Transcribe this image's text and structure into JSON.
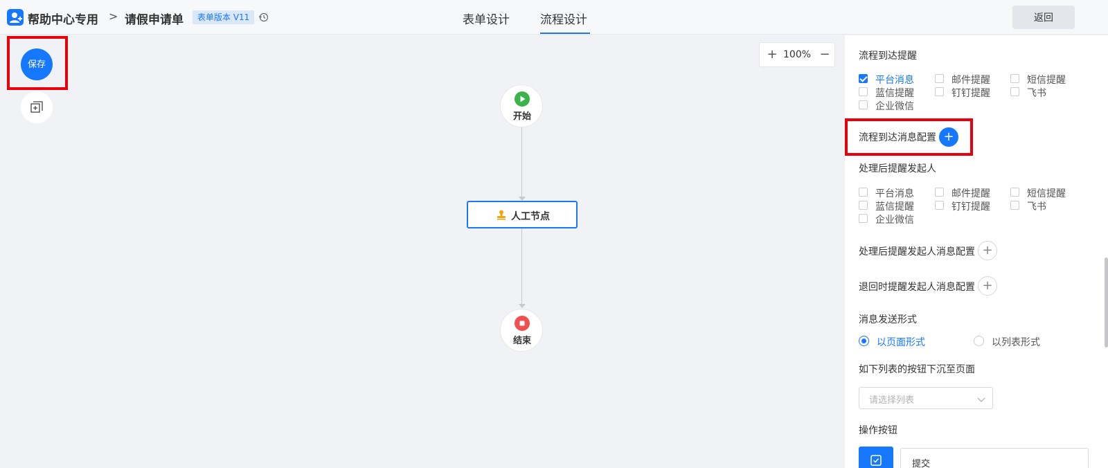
{
  "header": {
    "app_name": "帮助中心专用",
    "breadcrumb_sep": ">",
    "form_name": "请假申请单",
    "version_badge": "表单版本 V11",
    "tabs": [
      {
        "label": "表单设计",
        "active": false
      },
      {
        "label": "流程设计",
        "active": true
      }
    ],
    "back_label": "返回",
    "icons": {
      "app": "user-app-icon",
      "history": "history-icon"
    },
    "accent_color": "#1677ff"
  },
  "canvas": {
    "save_label": "保存",
    "copy_icon": "copy-add-icon",
    "zoom": {
      "in_symbol": "+",
      "level": "100%",
      "out_symbol": "−"
    },
    "nodes": {
      "start": {
        "label": "开始",
        "icon": "play-icon",
        "color": "#3bb34a"
      },
      "task": {
        "label": "人工节点",
        "icon": "stamp-icon",
        "color": "#f2a60c"
      },
      "end": {
        "label": "结束",
        "icon": "stop-icon",
        "color": "#f05050"
      }
    },
    "highlight_color": "#e8000b"
  },
  "panel": {
    "arrival_title": "流程到达提醒",
    "arrival_options": [
      {
        "label": "平台消息",
        "checked": true
      },
      {
        "label": "邮件提醒",
        "checked": false
      },
      {
        "label": "短信提醒",
        "checked": false
      },
      {
        "label": "蓝信提醒",
        "checked": false
      },
      {
        "label": "钉钉提醒",
        "checked": false
      },
      {
        "label": "飞书",
        "checked": false
      },
      {
        "label": "企业微信",
        "checked": false
      }
    ],
    "arrival_msg_config": "流程到达消息配置",
    "after_title": "处理后提醒发起人",
    "after_options": [
      {
        "label": "平台消息",
        "checked": false
      },
      {
        "label": "邮件提醒",
        "checked": false
      },
      {
        "label": "短信提醒",
        "checked": false
      },
      {
        "label": "蓝信提醒",
        "checked": false
      },
      {
        "label": "钉钉提醒",
        "checked": false
      },
      {
        "label": "飞书",
        "checked": false
      },
      {
        "label": "企业微信",
        "checked": false
      }
    ],
    "after_msg_config": "处理后提醒发起人消息配置",
    "return_msg_config": "退回时提醒发起人消息配置",
    "send_form_title": "消息发送形式",
    "send_form_options": [
      {
        "label": "以页面形式",
        "checked": true
      },
      {
        "label": "以列表形式",
        "checked": false
      }
    ],
    "list_sink_title": "如下列表的按钮下沉至页面",
    "list_select_placeholder": "请选择列表",
    "op_buttons_title": "操作按钮",
    "op_button_value": "提交",
    "plus_symbol": "+"
  }
}
